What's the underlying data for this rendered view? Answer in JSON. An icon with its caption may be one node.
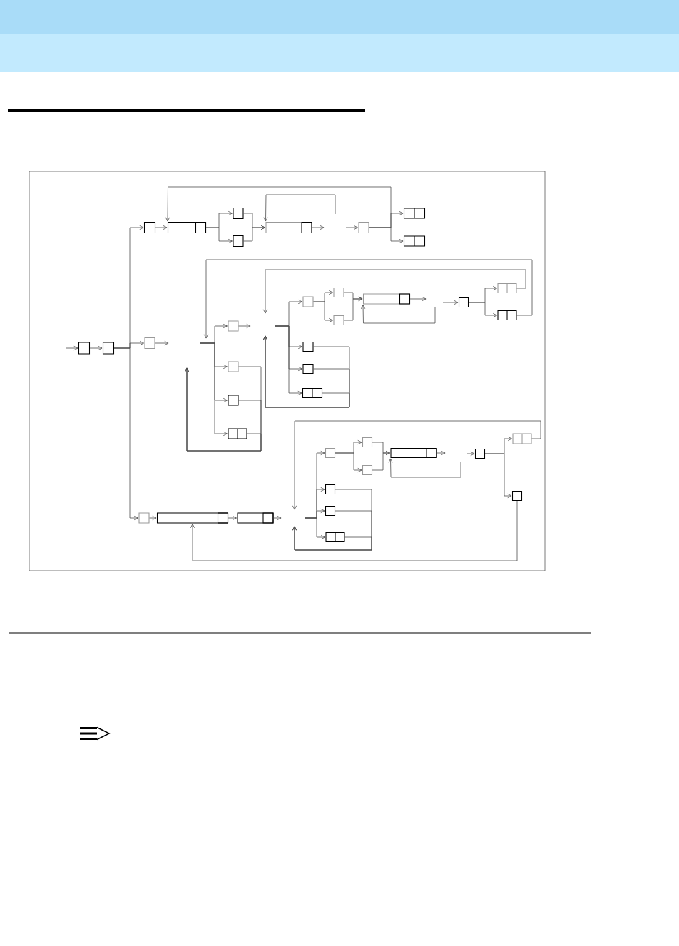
{
  "diagram": {
    "nodes": [
      {
        "text": [],
        "shape": "box"
      },
      {
        "text": [],
        "shape": "box"
      },
      {
        "text": [],
        "shape": "box"
      },
      {
        "text": [],
        "shape": "box"
      },
      {
        "text": [],
        "shape": "box"
      },
      {
        "text": [],
        "shape": "box"
      },
      {
        "text": [],
        "shape": "box"
      },
      {
        "text": [],
        "shape": "box"
      },
      {
        "text": [],
        "shape": "box"
      },
      {
        "text": [],
        "shape": "box"
      },
      {
        "text": [],
        "shape": "box"
      },
      {
        "text": [],
        "shape": "box"
      },
      {
        "text": [],
        "shape": "box"
      },
      {
        "text": [],
        "shape": "box"
      },
      {
        "text": [],
        "shape": "box"
      },
      {
        "text": [],
        "shape": "box"
      },
      {
        "text": [],
        "shape": "box"
      },
      {
        "text": [],
        "shape": "box"
      },
      {
        "text": [],
        "shape": "box"
      },
      {
        "text": [],
        "shape": "box"
      },
      {
        "text": [],
        "shape": "box"
      },
      {
        "text": [],
        "shape": "box"
      },
      {
        "text": [],
        "shape": "box"
      },
      {
        "text": [],
        "shape": "box"
      },
      {
        "text": [],
        "shape": "box"
      },
      {
        "text": [],
        "shape": "box"
      },
      {
        "text": [],
        "shape": "box"
      },
      {
        "text": [],
        "shape": "box"
      },
      {
        "text": [],
        "shape": "box"
      },
      {
        "text": [],
        "shape": "box"
      },
      {
        "text": [],
        "shape": "box"
      },
      {
        "text": [],
        "shape": "box"
      },
      {
        "text": [],
        "shape": "box"
      },
      {
        "text": [],
        "shape": "box"
      },
      {
        "text": [],
        "shape": "box"
      },
      {
        "text": [],
        "shape": "box"
      },
      {
        "text": [],
        "shape": "box"
      },
      {
        "text": [],
        "shape": "box"
      }
    ],
    "edges": [
      {
        "from": null,
        "to": 0,
        "arrow": "to"
      },
      {
        "from": 0,
        "to": 1,
        "arrow": "to"
      },
      {
        "from": 1,
        "to": 2,
        "arrow": "to"
      },
      {
        "from": 1,
        "to": 10,
        "arrow": "to"
      },
      {
        "from": 1,
        "to": 25,
        "arrow": "to"
      },
      {
        "from": 2,
        "to": 3,
        "arrow": "to"
      },
      {
        "from": 3,
        "to": 4,
        "arrow": "to"
      },
      {
        "from": 3,
        "to": 5,
        "arrow": "to"
      },
      {
        "from": 4,
        "to": 6,
        "arrow": "to"
      },
      {
        "from": 5,
        "to": 6,
        "arrow": "to"
      },
      {
        "from": 6,
        "to": null,
        "arrow": "to"
      },
      {
        "from": null,
        "to": 6,
        "arrow": "to"
      },
      {
        "from": null,
        "to": 7,
        "arrow": "to"
      },
      {
        "from": 7,
        "to": 8,
        "arrow": "to"
      },
      {
        "from": 7,
        "to": 9,
        "arrow": "to"
      },
      {
        "from": 7,
        "to": 3,
        "arrow": "to"
      },
      {
        "from": 10,
        "to": null,
        "arrow": "to"
      },
      {
        "from": null,
        "to": 11,
        "arrow": "to"
      },
      {
        "from": null,
        "to": 12,
        "arrow": "to"
      },
      {
        "from": null,
        "to": 13,
        "arrow": "to"
      },
      {
        "from": null,
        "to": 14,
        "arrow": "to"
      },
      {
        "from": 11,
        "to": null,
        "arrow": "to"
      },
      {
        "from": 12,
        "to": null,
        "arrow": "to"
      },
      {
        "from": 13,
        "to": null,
        "arrow": "to"
      },
      {
        "from": 14,
        "to": null,
        "arrow": "to"
      },
      {
        "from": null,
        "to": 15,
        "arrow": "to"
      },
      {
        "from": null,
        "to": 22,
        "arrow": "to"
      },
      {
        "from": null,
        "to": 23,
        "arrow": "to"
      },
      {
        "from": null,
        "to": 24,
        "arrow": "to"
      },
      {
        "from": 15,
        "to": 16,
        "arrow": "to"
      },
      {
        "from": 15,
        "to": 17,
        "arrow": "to"
      },
      {
        "from": 16,
        "to": 18,
        "arrow": "to"
      },
      {
        "from": 17,
        "to": 18,
        "arrow": "to"
      },
      {
        "from": 18,
        "to": null,
        "arrow": "to"
      },
      {
        "from": null,
        "to": 18,
        "arrow": "to"
      },
      {
        "from": null,
        "to": 19,
        "arrow": "to"
      },
      {
        "from": 19,
        "to": 20,
        "arrow": "to"
      },
      {
        "from": 19,
        "to": 21,
        "arrow": "to"
      },
      {
        "from": 20,
        "to": null,
        "arrow": "to"
      },
      {
        "from": 21,
        "to": null,
        "arrow": "to"
      },
      {
        "from": 22,
        "to": null,
        "arrow": "to"
      },
      {
        "from": 23,
        "to": null,
        "arrow": "to"
      },
      {
        "from": 24,
        "to": null,
        "arrow": "to"
      },
      {
        "from": 25,
        "to": 26,
        "arrow": "to"
      },
      {
        "from": 26,
        "to": 27,
        "arrow": "to"
      },
      {
        "from": 27,
        "to": null,
        "arrow": "to"
      },
      {
        "from": null,
        "to": 28,
        "arrow": "to"
      },
      {
        "from": null,
        "to": 35,
        "arrow": "to"
      },
      {
        "from": null,
        "to": 36,
        "arrow": "to"
      },
      {
        "from": null,
        "to": 37,
        "arrow": "to"
      },
      {
        "from": 28,
        "to": 29,
        "arrow": "to"
      },
      {
        "from": 28,
        "to": 30,
        "arrow": "to"
      },
      {
        "from": 29,
        "to": 31,
        "arrow": "to"
      },
      {
        "from": 30,
        "to": 31,
        "arrow": "to"
      },
      {
        "from": 31,
        "to": null,
        "arrow": "to"
      },
      {
        "from": null,
        "to": 31,
        "arrow": "to"
      },
      {
        "from": null,
        "to": 32,
        "arrow": "to"
      },
      {
        "from": 32,
        "to": 33,
        "arrow": "to"
      },
      {
        "from": 32,
        "to": 34,
        "arrow": "to"
      },
      {
        "from": 33,
        "to": null,
        "arrow": "to"
      },
      {
        "from": 34,
        "to": 26,
        "arrow": "to"
      },
      {
        "from": 35,
        "to": null,
        "arrow": "to"
      },
      {
        "from": 36,
        "to": null,
        "arrow": "to"
      },
      {
        "from": 37,
        "to": null,
        "arrow": "to"
      }
    ]
  }
}
